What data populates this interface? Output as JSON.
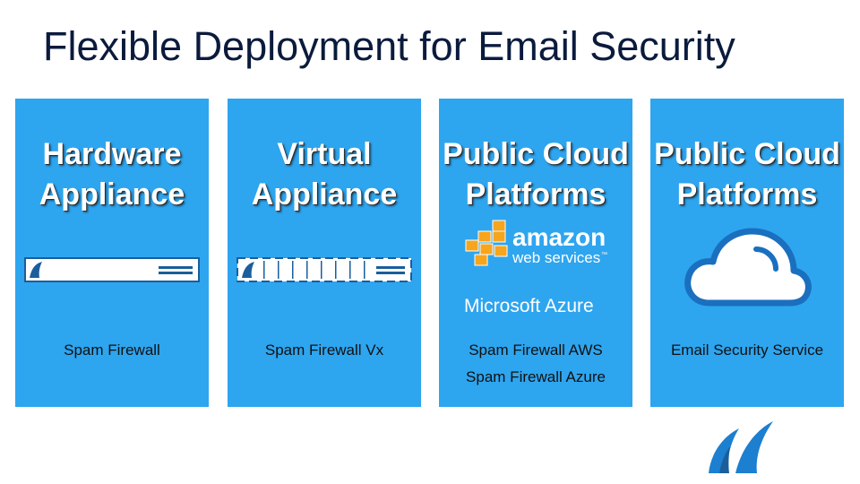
{
  "slide": {
    "title": "Flexible Deployment for Email Security"
  },
  "panels": [
    {
      "heading_line1": "Hardware",
      "heading_line2": "Appliance",
      "caption_line1": "Spam Firewall",
      "caption_line2": ""
    },
    {
      "heading_line1": "Virtual",
      "heading_line2": "Appliance",
      "caption_line1": "Spam Firewall Vx",
      "caption_line2": ""
    },
    {
      "heading_line1": "Public Cloud",
      "heading_line2": "Platforms",
      "caption_line1": "Spam Firewall AWS",
      "caption_line2": "Spam Firewall Azure"
    },
    {
      "heading_line1": "Public Cloud",
      "heading_line2": "Platforms",
      "caption_line1": "Email Security Service",
      "caption_line2": ""
    }
  ],
  "logos": {
    "amazon_word": "amazon",
    "amazon_sub": "web services",
    "amazon_tm": "™",
    "azure": "Microsoft Azure"
  },
  "icons": {
    "hardware": "hardware-appliance-icon",
    "virtual": "virtual-appliance-icon",
    "amazon": "amazon-web-services-logo",
    "azure": "microsoft-azure-logo",
    "cloud": "cloud-icon",
    "brand": "barracuda-fin-logo"
  },
  "colors": {
    "panel": "#2ea5ef",
    "title": "#0b1b3d",
    "heading_text": "#ffffff",
    "caption_text": "#111111",
    "brand": "#1c7fd0"
  }
}
